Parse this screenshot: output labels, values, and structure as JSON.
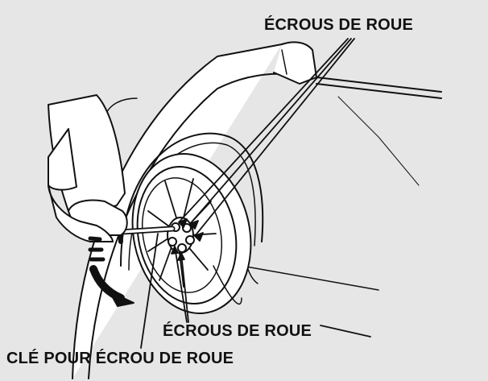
{
  "labels": {
    "wheel_nuts_top": "ÉCROUS DE ROUE",
    "wheel_nuts_bottom": "ÉCROUS DE ROUE",
    "lug_wrench": "CLÉ POUR ÉCROU DE ROUE"
  },
  "colors": {
    "background": "#e6e6e6",
    "line": "#111111",
    "fill": "#ffffff"
  }
}
